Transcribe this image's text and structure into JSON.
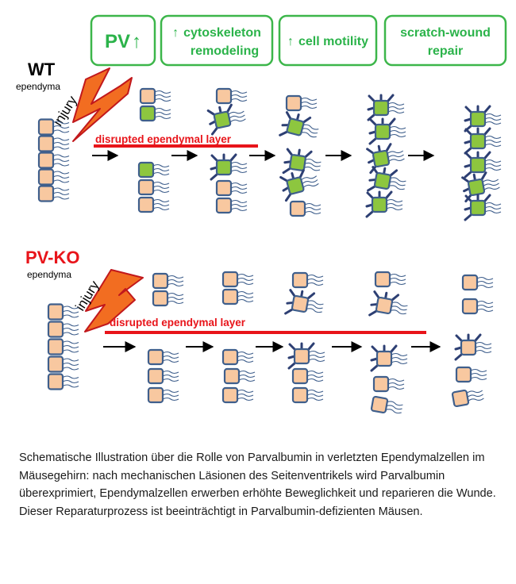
{
  "colors": {
    "box_border": "#3cb64a",
    "box_text": "#2bb34a",
    "cell_normal": "#f8c8a0",
    "cell_active": "#8dc63f",
    "cell_border": "#3f5f8c",
    "cilia": "#3f5f8c",
    "protrusion": "#2d3f73",
    "disrupted_line": "#e8141a",
    "bolt_fill": "#f26d21",
    "bolt_stroke": "#c1181c",
    "ko_title": "#e8141a"
  },
  "effects": [
    {
      "arrow": "↑",
      "line1": "PV",
      "line2": ""
    },
    {
      "arrow": "↑",
      "line1": "cytoskeleton",
      "line2": "remodeling"
    },
    {
      "arrow": "↑",
      "line1": "cell motility",
      "line2": ""
    },
    {
      "arrow": "",
      "line1": "scratch-wound",
      "line2": "repair"
    }
  ],
  "panels": {
    "wt": {
      "title": "WT",
      "subtitle": "ependyma",
      "injury_label": "injury",
      "disrupted_label": "disrupted ependymal layer"
    },
    "ko": {
      "title": "PV-KO",
      "subtitle": "ependyma",
      "injury_label": "injury",
      "disrupted_label": "disrupted ependymal layer"
    }
  },
  "caption": "Schematische Illustration über die Rolle von Parvalbumin in verletzten Ependymalzellen im Mäusegehirn: nach mechanischen Läsionen des Seitenventrikels wird Parvalbumin überexprimiert, Ependymalzellen erwerben erhöhte  Beweglichkeit und reparieren die Wunde. Dieser Reparaturprozess ist beeinträchtigt in Parvalbumin-defizienten Mäusen."
}
